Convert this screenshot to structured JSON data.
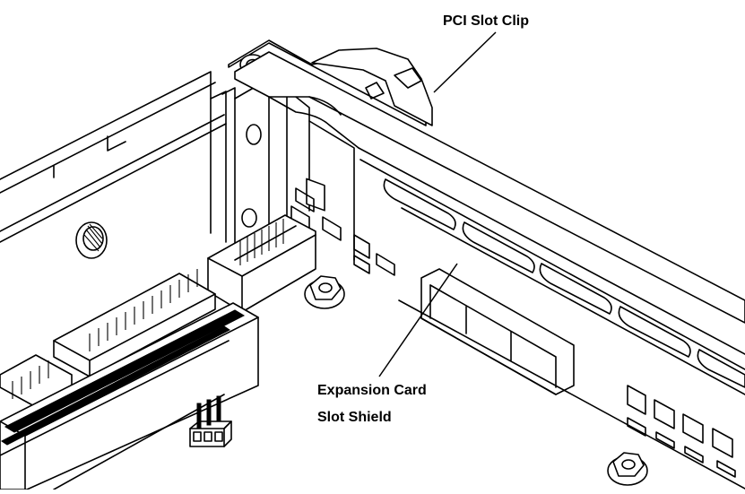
{
  "callouts": {
    "pci_slot_clip": "PCI Slot Clip",
    "expansion_card_line1": "Expansion Card",
    "expansion_card_line2": "Slot Shield"
  },
  "colors": {
    "line": "#000000",
    "background": "#ffffff"
  }
}
